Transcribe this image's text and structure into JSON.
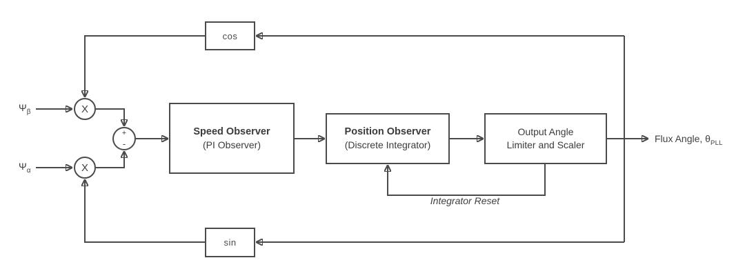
{
  "diagram": {
    "background": "#ffffff",
    "line_color": "#4a4a4a",
    "text_color": "#3f3f3f",
    "inputs": {
      "psi_beta": {
        "base": "Ψ",
        "sub": "β"
      },
      "psi_alpha": {
        "base": "Ψ",
        "sub": "α"
      }
    },
    "nodes": {
      "multiplier_top": {
        "symbol": "X"
      },
      "multiplier_bottom": {
        "symbol": "X"
      },
      "summing_junction": {
        "plus": "+",
        "minus": "-"
      }
    },
    "blocks": {
      "cos": {
        "label": "cos"
      },
      "sin": {
        "label": "sin"
      },
      "speed_observer": {
        "title": "Speed Observer",
        "subtitle": "(PI Observer)"
      },
      "position_observer": {
        "title": "Position Observer",
        "subtitle": "(Discrete Integrator)"
      },
      "output_angle_limiter": {
        "line1": "Output Angle",
        "line2": "Limiter and Scaler"
      }
    },
    "annotations": {
      "integrator_reset": "Integrator Reset"
    },
    "output": {
      "label_base": "Flux Angle, θ",
      "label_sub": "PLL"
    }
  }
}
